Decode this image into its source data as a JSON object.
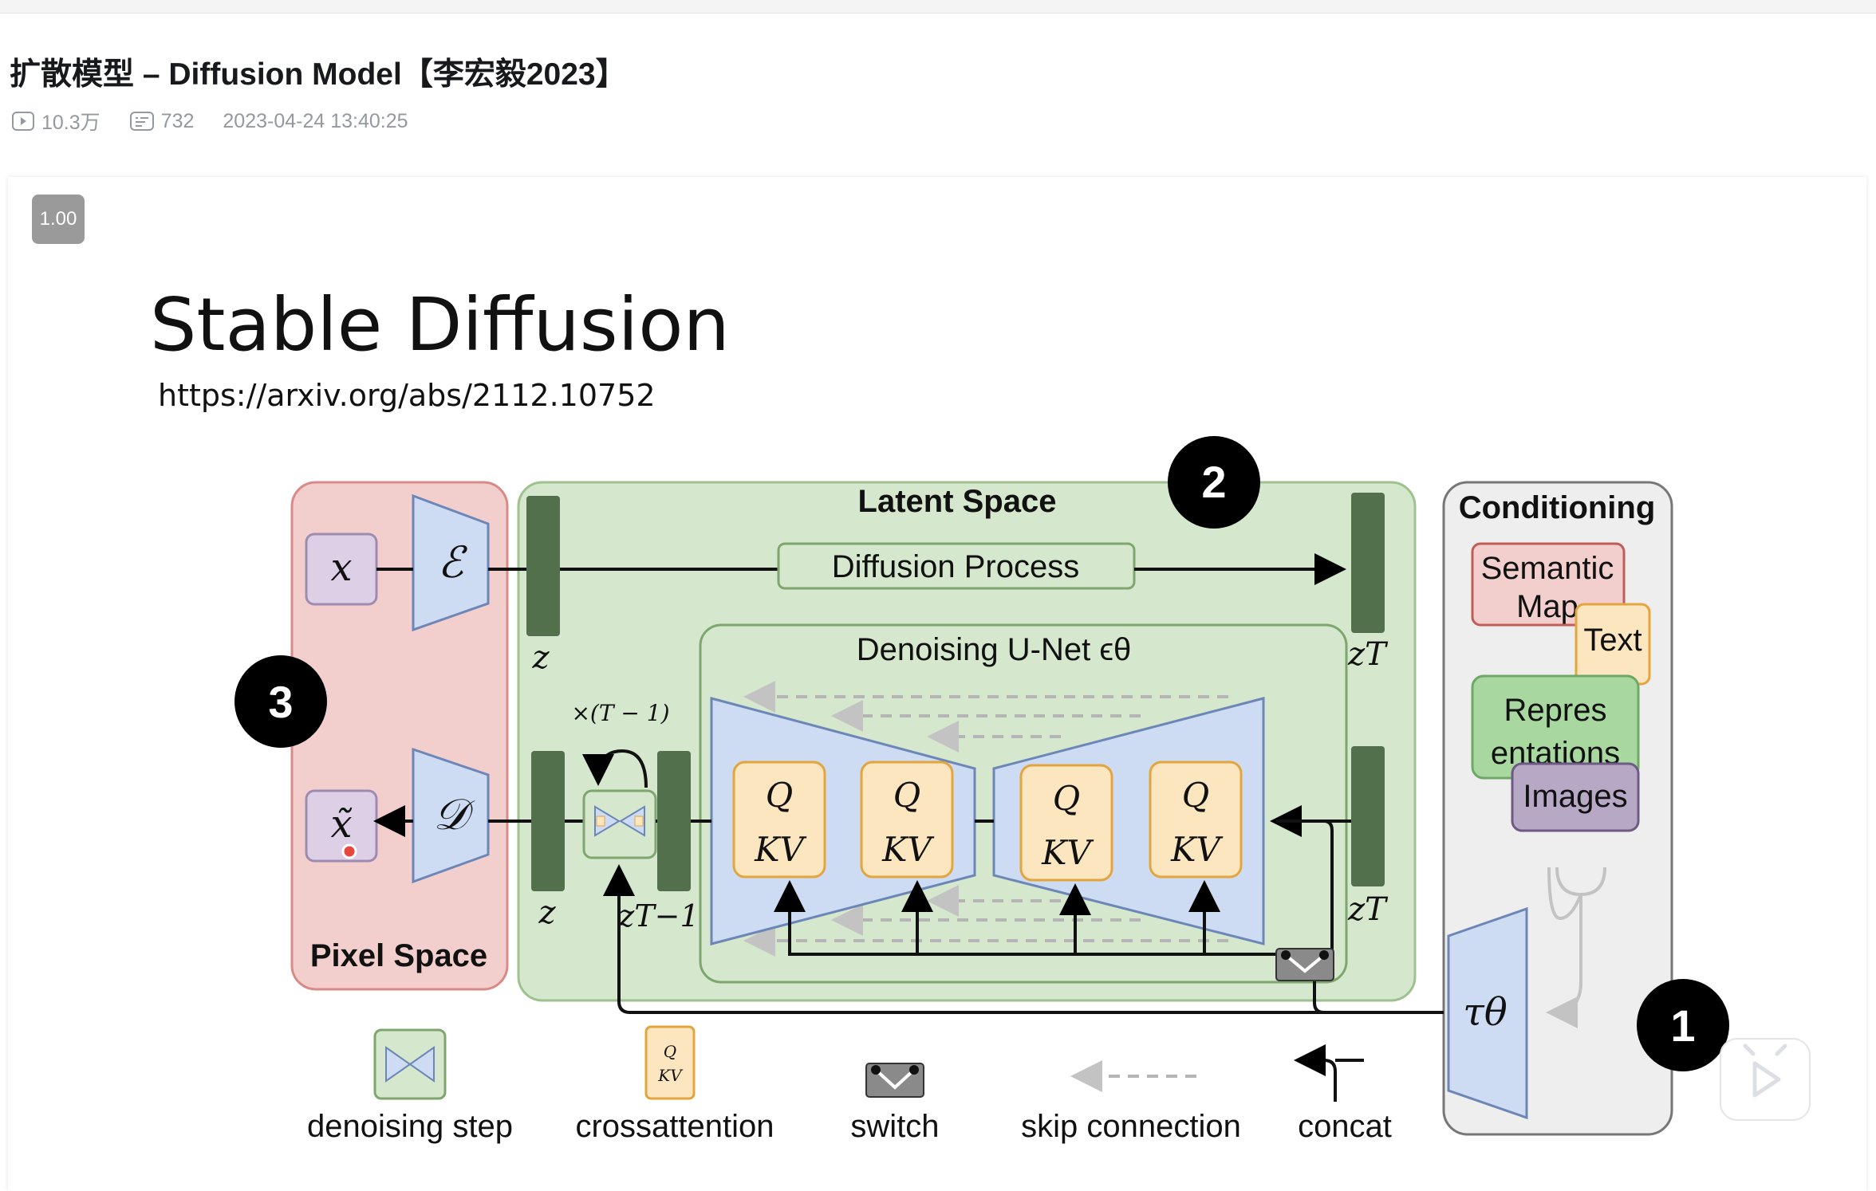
{
  "video": {
    "title": "扩散模型 – Diffusion Model【李宏毅2023】",
    "views": "10.3万",
    "danmaku": "732",
    "date": "2023-04-24 13:40:25"
  },
  "player": {
    "speed": "1.00"
  },
  "slide": {
    "title": "Stable Diffusion",
    "url": "https://arxiv.org/abs/2112.10752",
    "labels": {
      "latent_space": "Latent Space",
      "conditioning": "Conditioning",
      "pixel_space": "Pixel Space",
      "diffusion_process": "Diffusion Process",
      "denoising_unet": "Denoising U-Net ϵθ",
      "semantic": "Semantic",
      "map": "Map",
      "text": "Text",
      "repres": "Repres",
      "entations": "entations",
      "images": "Images",
      "x": "x",
      "x_tilde": "x̃",
      "encoder": "ℰ",
      "decoder": "𝒟",
      "tau": "τθ",
      "z_top": "z",
      "z_bottom": "z",
      "zT_top": "zT",
      "zT_bottom": "zT",
      "zT_minus1": "zT−1",
      "t_minus_1": "×(T − 1)",
      "q": "Q",
      "kv": "KV"
    },
    "badges": [
      "1",
      "2",
      "3"
    ],
    "legend": [
      {
        "label": "denoising step"
      },
      {
        "label": "crossattention"
      },
      {
        "label": "switch"
      },
      {
        "label": "skip connection"
      },
      {
        "label": "concat"
      }
    ]
  },
  "colors": {
    "pixel_space": "#f2cfcd",
    "latent_space": "#d5e7cc",
    "unet_trapezoid": "#cddcf2",
    "attention_box": "#fce6bf",
    "feature_bar": "#52704c",
    "badge": "#000000"
  }
}
